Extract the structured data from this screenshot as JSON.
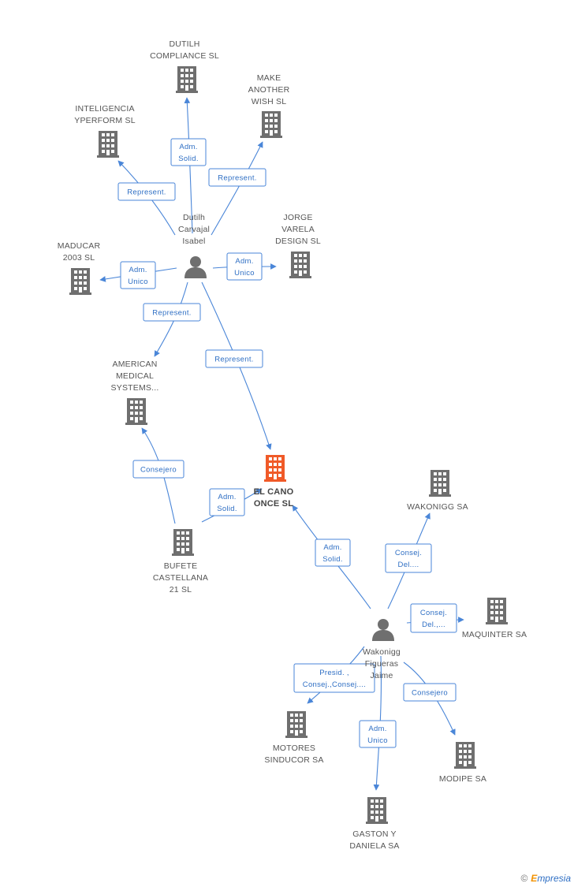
{
  "colors": {
    "edge": "#4a86d8",
    "edge_text": "#2f6fc4",
    "building": "#6f6f6f",
    "focus": "#f05a28",
    "person": "#6f6f6f",
    "label": "#555555"
  },
  "nodes": [
    {
      "id": "dutilh_compliance",
      "kind": "company",
      "label": [
        "DUTILH",
        "COMPLIANCE SL"
      ]
    },
    {
      "id": "make_another",
      "kind": "company",
      "label": [
        "MAKE",
        "ANOTHER",
        "WISH  SL"
      ]
    },
    {
      "id": "inteligencia",
      "kind": "company",
      "label": [
        "INTELIGENCIA",
        "YPERFORM SL"
      ]
    },
    {
      "id": "jorge_varela",
      "kind": "company",
      "label": [
        "JORGE",
        "VARELA",
        "DESIGN SL"
      ]
    },
    {
      "id": "maducar",
      "kind": "company",
      "label": [
        "MADUCAR",
        "2003 SL"
      ]
    },
    {
      "id": "dutilh_person",
      "kind": "person",
      "label": [
        "Dutilh",
        "Carvajal",
        "Isabel"
      ]
    },
    {
      "id": "american_medical",
      "kind": "company",
      "label": [
        "AMERICAN",
        "MEDICAL",
        "SYSTEMS..."
      ]
    },
    {
      "id": "el_cano",
      "kind": "focus",
      "label": [
        "EL CANO",
        "ONCE SL"
      ]
    },
    {
      "id": "wakonigg_sa",
      "kind": "company",
      "label": [
        "WAKONIGG SA"
      ]
    },
    {
      "id": "bufete",
      "kind": "company",
      "label": [
        "BUFETE",
        "CASTELLANA",
        "21  SL"
      ]
    },
    {
      "id": "maquinter",
      "kind": "company",
      "label": [
        "MAQUINTER SA"
      ]
    },
    {
      "id": "wakonigg_person",
      "kind": "person",
      "label": [
        "Wakonigg",
        "Figueras",
        "Jaime"
      ]
    },
    {
      "id": "motores",
      "kind": "company",
      "label": [
        "MOTORES",
        "SINDUCOR SA"
      ]
    },
    {
      "id": "modipe",
      "kind": "company",
      "label": [
        "MODIPE SA"
      ]
    },
    {
      "id": "gaston",
      "kind": "company",
      "label": [
        "GASTON Y",
        "DANIELA SA"
      ]
    }
  ],
  "edges": [
    {
      "from": "dutilh_person",
      "to": "dutilh_compliance",
      "label": [
        "Adm.",
        "Solid."
      ]
    },
    {
      "from": "dutilh_person",
      "to": "make_another",
      "label": [
        "Represent."
      ]
    },
    {
      "from": "dutilh_person",
      "to": "inteligencia",
      "label": [
        "Represent."
      ]
    },
    {
      "from": "dutilh_person",
      "to": "maducar",
      "label": [
        "Adm.",
        "Unico"
      ]
    },
    {
      "from": "dutilh_person",
      "to": "jorge_varela",
      "label": [
        "Adm.",
        "Unico"
      ]
    },
    {
      "from": "dutilh_person",
      "to": "american_medical",
      "label": [
        "Represent."
      ]
    },
    {
      "from": "dutilh_person",
      "to": "el_cano",
      "label": [
        "Represent."
      ]
    },
    {
      "from": "bufete",
      "to": "american_medical",
      "label": [
        "Consejero"
      ]
    },
    {
      "from": "bufete",
      "to": "el_cano",
      "label": [
        "Adm.",
        "Solid."
      ]
    },
    {
      "from": "wakonigg_person",
      "to": "el_cano",
      "label": [
        "Adm.",
        "Solid."
      ]
    },
    {
      "from": "wakonigg_person",
      "to": "wakonigg_sa",
      "label": [
        "Consej.",
        "Del...."
      ]
    },
    {
      "from": "wakonigg_person",
      "to": "maquinter",
      "label": [
        "Consej.",
        "Del.,..."
      ]
    },
    {
      "from": "wakonigg_person",
      "to": "motores",
      "label": [
        "Presid. ,",
        "Consej.,Consej...."
      ]
    },
    {
      "from": "wakonigg_person",
      "to": "modipe",
      "label": [
        "Consejero"
      ]
    },
    {
      "from": "wakonigg_person",
      "to": "gaston",
      "label": [
        "Adm.",
        "Unico"
      ]
    }
  ],
  "footer": {
    "copyright_symbol": "©",
    "brand_first_letter": "E",
    "brand_rest": "mpresia"
  }
}
